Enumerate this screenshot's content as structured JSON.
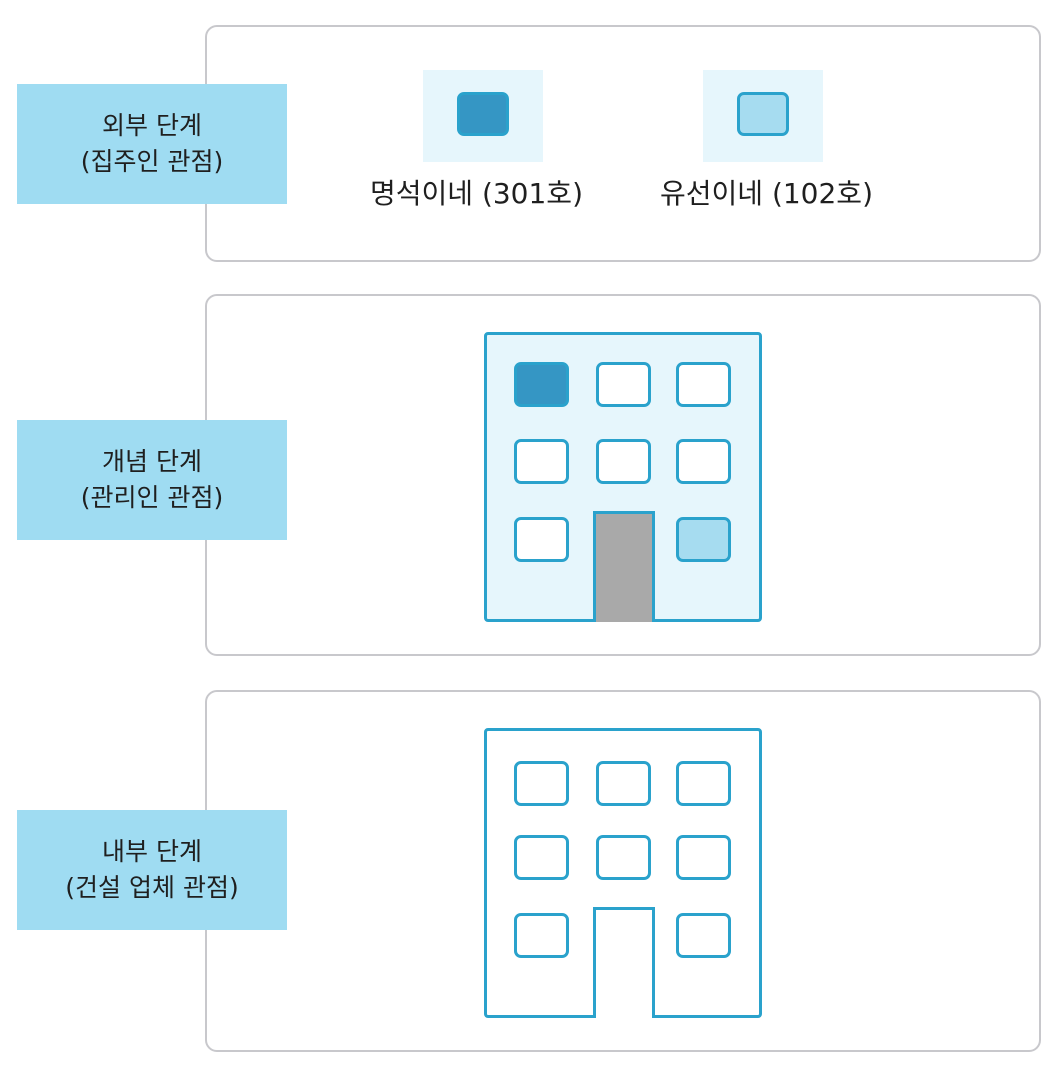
{
  "levels": {
    "external": {
      "title": "외부 단계",
      "subtitle": "(집주인 관점)"
    },
    "conceptual": {
      "title": "개념 단계",
      "subtitle": "(관리인 관점)"
    },
    "internal": {
      "title": "내부 단계",
      "subtitle": "(건설 업체 관점)"
    }
  },
  "tenants": [
    {
      "label": "명석이네 (301호)",
      "color": "#3596c4"
    },
    {
      "label": "유선이네 (102호)",
      "color": "#a6dcf0"
    }
  ],
  "colors": {
    "label_background": "#9fdcf2",
    "outline": "#2aa2cc",
    "building_fill_conceptual": "#e6f6fc",
    "door_fill_conceptual": "#a9a9a9",
    "panel_border": "#c8c8cc"
  },
  "building": {
    "rows": 3,
    "cols": 3,
    "highlighted_windows": {
      "row1_col1": "301호",
      "row3_col3": "102호"
    }
  }
}
